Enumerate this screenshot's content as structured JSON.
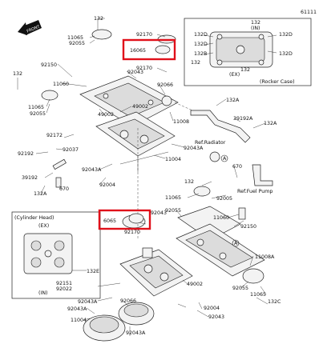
{
  "figure_code": "61111",
  "front_label": "FRONT",
  "rocker_case": {
    "title": "(Rocker Case)",
    "in": "(IN)",
    "ex": "(EX)",
    "ref": "132"
  },
  "cylinder_head": {
    "title": "(Cylinder Head)",
    "ex": "(EX)",
    "in": "(IN)"
  },
  "refs": {
    "radiator": "Ref.Radiator",
    "fuel_pump": "Ref.Fuel Pump"
  },
  "callout_a": "A",
  "highlight_labels": [
    "16065",
    "6065"
  ],
  "colors": {
    "highlight": "#e0101a",
    "line": "#222222"
  },
  "labels": {
    "l1320_top": "132",
    "l11065_top": "11065",
    "l92055_top": "92055",
    "l92170_top": "92170",
    "l92170_b": "92170",
    "l92150_top": "92150",
    "l1320_left": "132",
    "l11060_top": "11060",
    "l92043_top": "92043",
    "l11065_left": "11065",
    "l92055_left": "92055",
    "l92066_top": "92066",
    "l49002_a": "49002",
    "l49002_b": "49002",
    "l11008": "11008",
    "l92172": "92172",
    "l92037": "92037",
    "l92192": "92192",
    "l92043a_1": "92043A",
    "l11004_top": "11004",
    "l39192": "39192",
    "l670_left": "670",
    "l92043a_2": "92043A",
    "l92004_top": "92004",
    "l132a_left": "132A",
    "l132a_top": "132A",
    "l39192a": "39192A",
    "l132a_right": "132A",
    "l670_right": "670",
    "l132d_1": "132D",
    "l132d_2": "132D",
    "l132d_3": "132D",
    "l132d_4": "132D",
    "l132b": "132B",
    "l132_rc1": "132",
    "l132_rc2": "132",
    "l1320_mid": "132",
    "l11065_mid": "11065",
    "l92005_mid": "92005",
    "l92055_mid": "92055",
    "l92043_mid": "92043",
    "l11060_mid": "11060",
    "l92150_mid": "92150",
    "l92170_mid": "92170",
    "l11008a": "11008A",
    "l132e": "132E",
    "l92151": "92151",
    "l92022": "92022",
    "l92055_br": "92055",
    "l11065_br": "11065",
    "l132c": "132C",
    "l92043a_b1": "92043A",
    "l92043a_b2": "92043A",
    "l11004_bot": "11004",
    "l92066_bot": "92066",
    "l92004_bot": "92004",
    "l92043_bot": "92043",
    "l49002_bot": "49002"
  }
}
